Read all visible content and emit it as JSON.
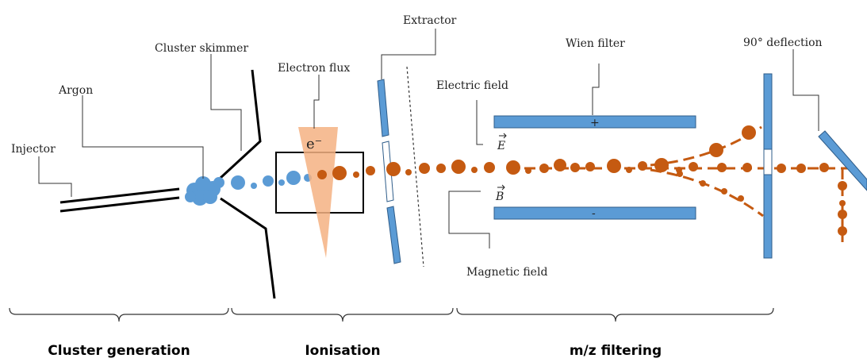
{
  "labels": {
    "injector": "Injector",
    "argon": "Argon",
    "cluster_skimmer": "Cluster skimmer",
    "electron_flux": "Electron flux",
    "electron_symbol": "e⁻",
    "extractor": "Extractor",
    "electric_field": "Electric field",
    "magnetic_field": "Magnetic field",
    "wien_filter": "Wien filter",
    "deflection": "90° deflection",
    "plus": "+",
    "minus": "-",
    "e_vector": "E",
    "b_vector": "B"
  },
  "sections": {
    "generation": "Cluster generation",
    "ionisation": "Ionisation",
    "filtering": "m/z filtering"
  },
  "colors": {
    "neutral_cluster": "#5b9bd5",
    "ion_cluster": "#c55a11",
    "plate": "#5b9bd5",
    "plate_stroke": "#2f5d8a",
    "electron_beam": "#f4b183",
    "structure": "#000000"
  }
}
